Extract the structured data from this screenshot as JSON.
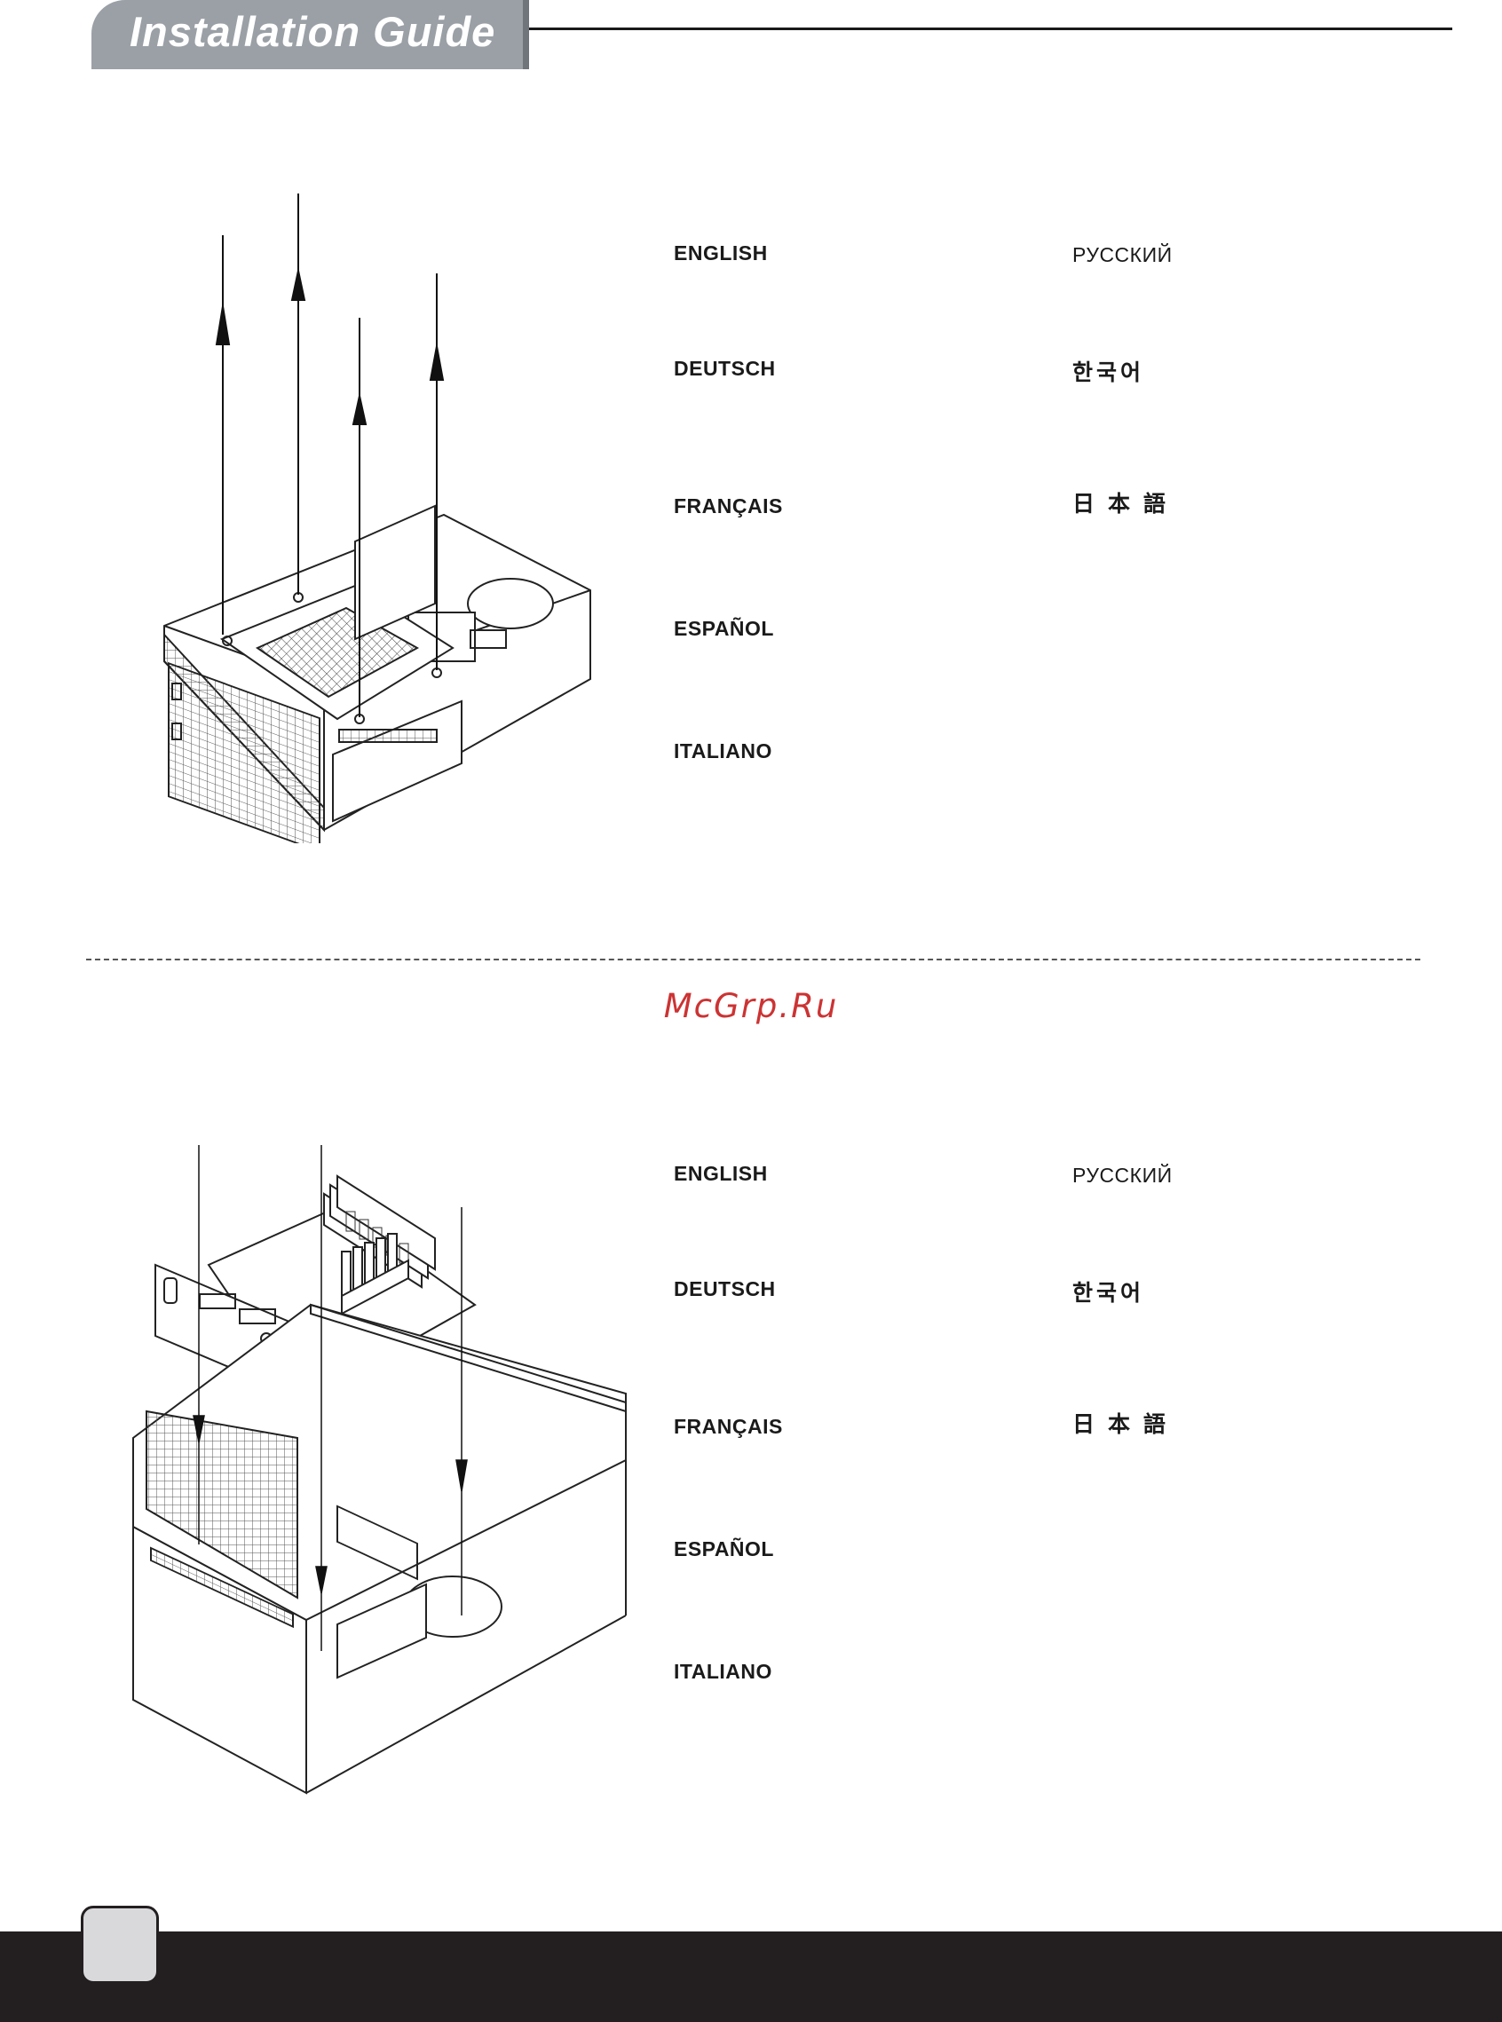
{
  "header": {
    "title": "Installation Guide"
  },
  "section1": {
    "languages_left": [
      "ENGLISH",
      "DEUTSCH",
      "FRANÇAIS",
      "ESPAÑOL",
      "ITALIANO"
    ],
    "languages_right": [
      "РУССКИЙ",
      "한국어",
      "日 本 語"
    ]
  },
  "section2": {
    "languages_left": [
      "ENGLISH",
      "DEUTSCH",
      "FRANÇAIS",
      "ESPAÑOL",
      "ITALIANO"
    ],
    "languages_right": [
      "РУССКИЙ",
      "한국어",
      "日 本 語"
    ]
  },
  "watermark": "McGrp.Ru",
  "colors": {
    "header_tab": "#9aa0a6",
    "footer": "#231f20",
    "watermark": "#cc3333"
  }
}
